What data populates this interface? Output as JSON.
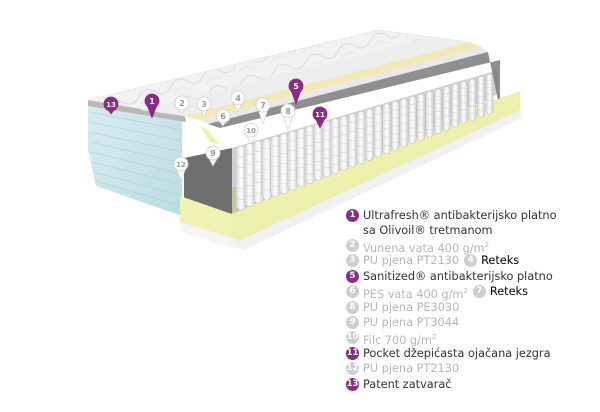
{
  "colors": {
    "accent": "#8a2b84",
    "inactive": "#cfcfcf",
    "text_strong": "#333333",
    "text_light": "#b7b7b7"
  },
  "markers": [
    {
      "n": "13",
      "active": true
    },
    {
      "n": "1",
      "active": true
    },
    {
      "n": "2",
      "active": false
    },
    {
      "n": "3",
      "active": false
    },
    {
      "n": "4",
      "active": false
    },
    {
      "n": "5",
      "active": true
    },
    {
      "n": "6",
      "active": false
    },
    {
      "n": "7",
      "active": false
    },
    {
      "n": "8",
      "active": false
    },
    {
      "n": "9",
      "active": false
    },
    {
      "n": "10",
      "active": false
    },
    {
      "n": "11",
      "active": true
    },
    {
      "n": "12",
      "active": false
    }
  ],
  "legend": [
    {
      "n": "1",
      "text": "Ultrafresh® antibakterijsko platno",
      "text2": "sa Olivoil® tretmanom",
      "active": true
    },
    {
      "n": "2",
      "text": "Vunena vata 400 g/m²",
      "active": false
    },
    {
      "n": "3",
      "text": "PU pjena PT2130",
      "n2": "4",
      "extra": "Reteks",
      "active": false
    },
    {
      "n": "5",
      "text": "Sanitized® antibakterijsko platno",
      "active": true
    },
    {
      "n": "6",
      "text": "PES vata 400 g/m²",
      "n2": "7",
      "extra": "Reteks",
      "active": false
    },
    {
      "n": "8",
      "text": "PU pjena PE3030",
      "active": false
    },
    {
      "n": "9",
      "text": "PU pjena PT3044",
      "active": false
    },
    {
      "n": "10",
      "text": "Filc 700 g/m²",
      "active": false
    },
    {
      "n": "11",
      "text": "Pocket džepićasta ojačana jezgra",
      "active": true
    },
    {
      "n": "12",
      "text": "PU pjena PT2130",
      "active": false
    },
    {
      "n": "13",
      "text": "Patent zatvarač",
      "active": true
    }
  ]
}
